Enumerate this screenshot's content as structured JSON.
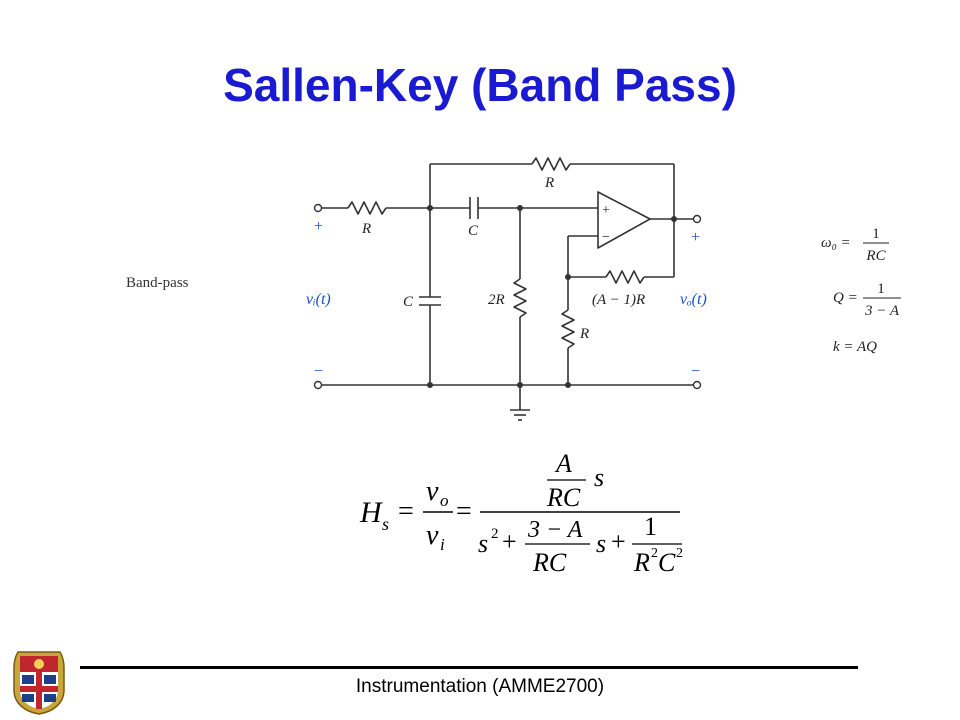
{
  "slide": {
    "title": "Sallen-Key (Band Pass)",
    "footer": "Instrumentation (AMME2700)"
  },
  "diagram": {
    "band_label": "Band-pass",
    "components": {
      "r_top": "R",
      "r_in": "R",
      "c_series": "C",
      "c_shunt": "C",
      "r_2r": "2R",
      "r_feedback": "(A − 1)R",
      "r_ground": "R"
    },
    "ports": {
      "input": "vᵢ(t)",
      "output": "vₒ(t)",
      "plus": "+",
      "minus": "−"
    },
    "opamp": {
      "plus": "+",
      "minus": "−"
    },
    "parameters": {
      "w0_lhs": "ω₀ =",
      "w0_num": "1",
      "w0_den": "RC",
      "q_lhs": "Q =",
      "q_num": "1",
      "q_den": "3 − A",
      "k_eq": "k = AQ"
    },
    "colors": {
      "accent": "#1a4fc8",
      "wire": "#333333"
    }
  },
  "formula": {
    "lhs": "H",
    "lhs_sub": "s",
    "eq1": "=",
    "vo": "v",
    "vo_sub": "o",
    "vi": "v",
    "vi_sub": "i",
    "eq2": "=",
    "num_A": "A",
    "num_RC": "RC",
    "num_s": "s",
    "den_s": "s",
    "den_s_exp": "2",
    "plus1": "+",
    "den_3A": "3 − A",
    "den_RC": "RC",
    "den_s2": "s",
    "plus2": "+",
    "den_1": "1",
    "den_R": "R",
    "den_R_exp": "2",
    "den_C": "C",
    "den_C_exp": "2"
  }
}
